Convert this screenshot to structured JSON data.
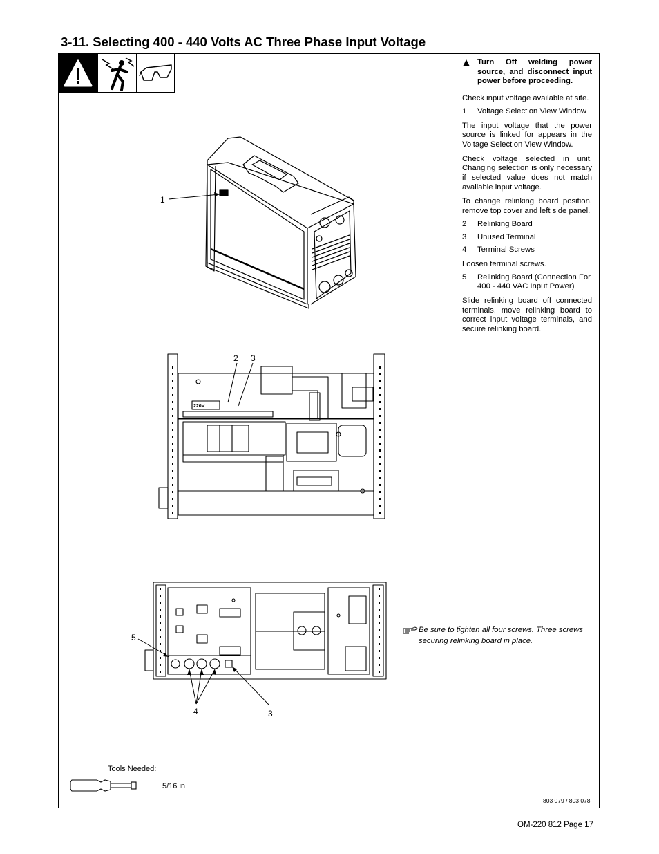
{
  "section_title": "3-11. Selecting 400 - 440 Volts AC Three Phase Input Voltage",
  "hazards": {
    "warning_icon": "warning-triangle-icon",
    "shock_icon": "electric-shock-icon",
    "glasses_icon": "safety-glasses-icon"
  },
  "instructions": {
    "warning": "Turn Off welding power source, and disconnect input power before proceeding.",
    "check_voltage": "Check input voltage available at site.",
    "item1": {
      "num": "1",
      "text": "Voltage Selection View Window"
    },
    "para_linked": "The input voltage that the power source is linked for appears in the Voltage Selection View Window.",
    "para_check": "Check voltage selected in unit. Changing selection is only necessary if selected value does not match available input voltage.",
    "para_change": "To change relinking board position, remove top cover and left side panel.",
    "item2": {
      "num": "2",
      "text": "Relinking Board"
    },
    "item3": {
      "num": "3",
      "text": "Unused Terminal"
    },
    "item4": {
      "num": "4",
      "text": "Terminal Screws"
    },
    "para_loosen": "Loosen terminal screws.",
    "item5": {
      "num": "5",
      "text": "Relinking Board (Connection For 400 - 440 VAC Input Power)"
    },
    "para_slide": "Slide relinking board off connected terminals, move relinking board to correct input voltage terminals, and secure relinking board."
  },
  "note": {
    "icon": "pointing-hand-icon",
    "text": "Be sure to tighten all four screws. Three screws securing relinking board in place."
  },
  "callouts": {
    "c1": "1",
    "c2": "2",
    "c3a": "3",
    "c5": "5",
    "c4": "4",
    "c3b": "3"
  },
  "board_label": "220V",
  "tools": {
    "label": "Tools Needed:",
    "icon": "screwdriver-icon",
    "size": "5/16 in"
  },
  "figure_ref": "803 079 / 803 078",
  "footer": "OM-220 812 Page 17"
}
